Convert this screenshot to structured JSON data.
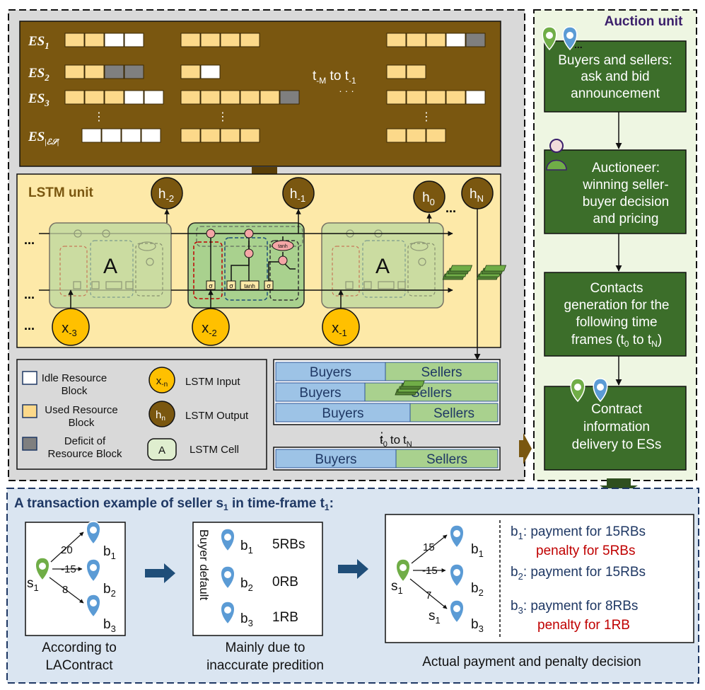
{
  "es_panel": {
    "rows": [
      {
        "label": "ES",
        "sub": "1"
      },
      {
        "label": "ES",
        "sub": "2"
      },
      {
        "label": "ES",
        "sub": "3"
      },
      {
        "label": "ES",
        "sub": "|ℰ𝒮|"
      }
    ],
    "dots": "⋮",
    "hdots": "· · ·",
    "time_range": {
      "t": "t",
      "from_sub": "-M",
      "to_word": "to",
      "to_sub": "-1"
    }
  },
  "lstm": {
    "title": "LSTM unit",
    "outputs": [
      {
        "h": "h",
        "sub": "-2"
      },
      {
        "h": "h",
        "sub": "-1"
      },
      {
        "h": "h",
        "sub": "0"
      },
      {
        "h": "h",
        "sub": "N"
      }
    ],
    "inputs": [
      {
        "x": "x",
        "sub": "-3"
      },
      {
        "x": "x",
        "sub": "-2"
      },
      {
        "x": "x",
        "sub": "-1"
      }
    ],
    "cell_label": "A",
    "ellipsis": "...",
    "gate_sigma": "σ",
    "gate_tanh": "tanh",
    "op_mul": "×",
    "op_add": "+"
  },
  "legend": {
    "idle": "Idle Resource Block",
    "used": "Used Resource Block",
    "deficit": "Deficit of Resource Block",
    "input_symbol": "x",
    "input_sub": "-n",
    "input_label": "LSTM Input",
    "output_symbol": "h",
    "output_sub": "n",
    "output_label": "LSTM Output",
    "cell_symbol": "A",
    "cell_label": "LSTM Cell"
  },
  "market": {
    "buyers": "Buyers",
    "sellers": "Sellers",
    "time_range": {
      "t": "t",
      "from_sub": "0",
      "to_word": "to",
      "to_sub": "N"
    },
    "dots": "⋮"
  },
  "auction": {
    "title": "Auction unit",
    "steps": [
      "Buyers and sellers: ask and bid announcement",
      "Auctioneer: winning seller-buyer decision and pricing",
      "Contacts generation for the following time frames (t0 to tN)",
      "Contract information delivery to ESs"
    ],
    "step1_lines": [
      "Buyers and sellers:",
      "ask and bid",
      "announcement"
    ],
    "step2_lines": [
      "Auctioneer:",
      "winning seller-",
      "buyer decision",
      "and pricing"
    ],
    "step3_lines": [
      "Contacts",
      "generation for the",
      "following time"
    ],
    "step3_last": {
      "pre": "frames (t",
      "s0": "0",
      "mid": " to t",
      "sN": "N",
      "post": ")"
    },
    "step4_lines": [
      "Contract",
      "information",
      "delivery to ESs"
    ],
    "ellipsis": "..."
  },
  "example": {
    "title_pre": "A transaction example of seller s",
    "title_sub1": "1",
    "title_mid": " in time-frame t",
    "title_sub2": "1",
    "title_post": ":",
    "contract": {
      "edges": [
        "20",
        "15",
        "8"
      ],
      "caption": [
        "According to",
        "LAContract"
      ]
    },
    "default": {
      "vertical_label": "Buyer default",
      "rows": [
        {
          "b": "b",
          "sub": "1",
          "rb": "5RBs"
        },
        {
          "b": "b",
          "sub": "2",
          "rb": "0RB"
        },
        {
          "b": "b",
          "sub": "3",
          "rb": "1RB"
        }
      ],
      "caption": [
        "Mainly due to",
        "inaccurate predition"
      ]
    },
    "actual": {
      "edges": [
        "15",
        "15",
        "7"
      ],
      "payments": [
        {
          "b": "b",
          "sub": "1",
          "pay": ": payment for 15RBs",
          "penalty": "penalty for 5RBs"
        },
        {
          "b": "b",
          "sub": "2",
          "pay": ": payment for 15RBs",
          "penalty": ""
        },
        {
          "b": "b",
          "sub": "3",
          "pay": ": payment for 8RBs",
          "penalty": "penalty for 1RB"
        }
      ],
      "caption": "Actual payment and penalty decision"
    },
    "seller": {
      "s": "s",
      "sub": "1"
    },
    "buyers": [
      {
        "b": "b",
        "sub": "1"
      },
      {
        "b": "b",
        "sub": "2"
      },
      {
        "b": "b",
        "sub": "3"
      }
    ]
  },
  "colors": {
    "es_bg": "#7a5710",
    "lstm_bg": "#fde9a8",
    "used_block": "#fcd98a",
    "deficit_block": "#7f7f7f",
    "auction_box": "#3c6e2a",
    "auction_bg": "#eef6e2",
    "example_bg": "#dae5f1",
    "buyers": "#9dc3e6",
    "sellers": "#a9d18e",
    "penalty": "#c00000",
    "navy": "#1f3864"
  }
}
